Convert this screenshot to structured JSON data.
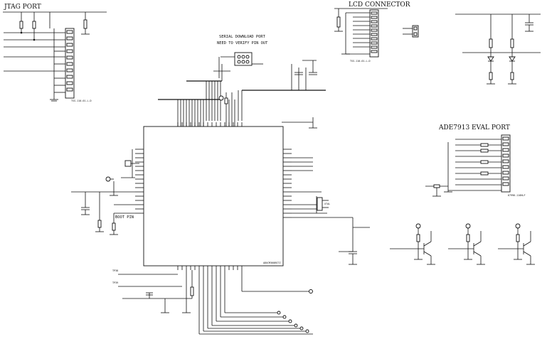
{
  "titles": {
    "jtag": "JTAG PORT",
    "lcd": "LCD CONNECTOR",
    "serial_line1": "SERIAL DOWNLOAD PORT",
    "serial_line2": "NEED TO VERIFY PIN OUT",
    "ade": "ADE7913 EVAL PORT"
  },
  "labels": {
    "boot_pin": "BOOT PIN",
    "lcd_header_part": "TSS-110-01-L-D",
    "jtag_header_part": "TSS-110-01-L-D",
    "ade_header_part": "67996-116HLF",
    "mcu_part": "ADUCM360BSTZ",
    "xtal": "XTAL",
    "tp38": "TP38",
    "tp39": "TP39",
    "dgnd": "DGND"
  },
  "colors": {
    "ink": "#111111",
    "paper": "#ffffff"
  }
}
